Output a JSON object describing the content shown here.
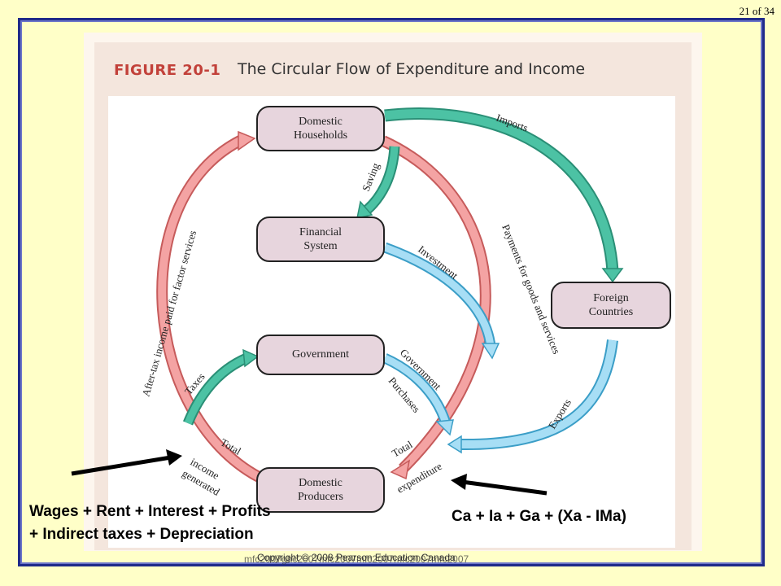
{
  "slide": {
    "page_indicator": "21 of 34"
  },
  "figure": {
    "label": "FIGURE 20-1",
    "title": "The Circular Flow of Expenditure and Income"
  },
  "nodes": {
    "domestic_households": "Domestic\nHouseholds",
    "financial_system": "Financial\nSystem",
    "government": "Government",
    "domestic_producers": "Domestic\nProducers",
    "foreign_countries": "Foreign\nCountries"
  },
  "flows": {
    "imports": "Imports",
    "saving": "Saving",
    "investment": "Investment",
    "payments": "Payments for goods and services",
    "after_tax_income": "After-tax income paid for factor services",
    "taxes": "Taxes",
    "government_purchases_1": "Government",
    "government_purchases_2": "Purchases",
    "exports": "Exports",
    "total_income_1": "Total",
    "total_income_2": "income",
    "total_income_3": "generated",
    "total_expenditure_1": "Total",
    "total_expenditure_2": "expenditure"
  },
  "colors": {
    "income_flow": "#f28f8f",
    "teal_flow": "#3dba9c",
    "blue_flow": "#8fd4f0",
    "node_fill": "#e7d5dd"
  },
  "annotations": {
    "income_line1": "Wages + Rent + Interest + Profits",
    "income_line2": "+ Indirect taxes + Depreciation",
    "expenditure": "Ca + Ia + Ga + (Xa - IMa)"
  },
  "copyright": {
    "overlay1": "Copyright © 2008 Pearson Education Canada",
    "overlay2": "mfc2007ghc2007mfc2007mfc2007mfc2007mfc2007"
  }
}
